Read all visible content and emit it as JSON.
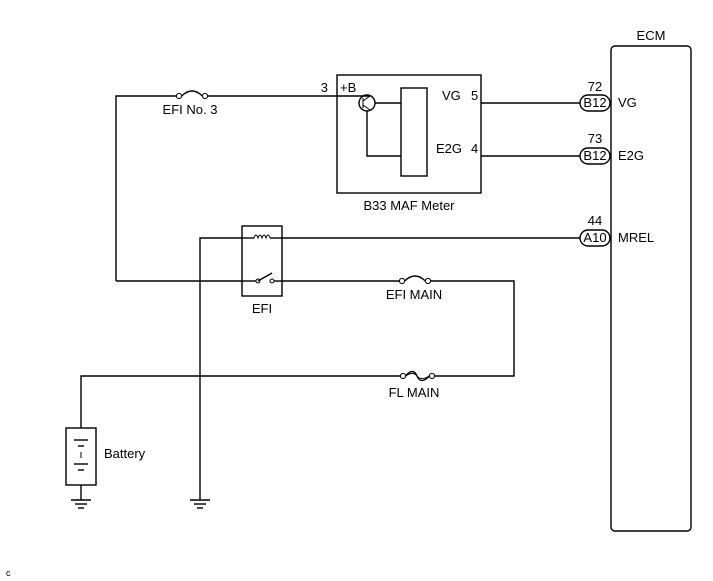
{
  "ecm": {
    "label": "ECM"
  },
  "maf": {
    "label": "B33  MAF Meter",
    "pin_b_num": "3",
    "pin_b_name": "+B",
    "pin_vg_name": "VG",
    "pin_vg_num": "5",
    "pin_e2g_name": "E2G",
    "pin_e2g_num": "4"
  },
  "connectors": [
    {
      "pin": "72",
      "connector": "B12",
      "signal": "VG"
    },
    {
      "pin": "73",
      "connector": "B12",
      "signal": "E2G"
    },
    {
      "pin": "44",
      "connector": "A10",
      "signal": "MREL"
    }
  ],
  "fuses": {
    "efi_no3": "EFI No. 3",
    "efi_main": "EFI MAIN",
    "fl_main": "FL MAIN"
  },
  "relay": {
    "label": "EFI"
  },
  "battery": {
    "label": "Battery"
  },
  "corner_mark": "c"
}
